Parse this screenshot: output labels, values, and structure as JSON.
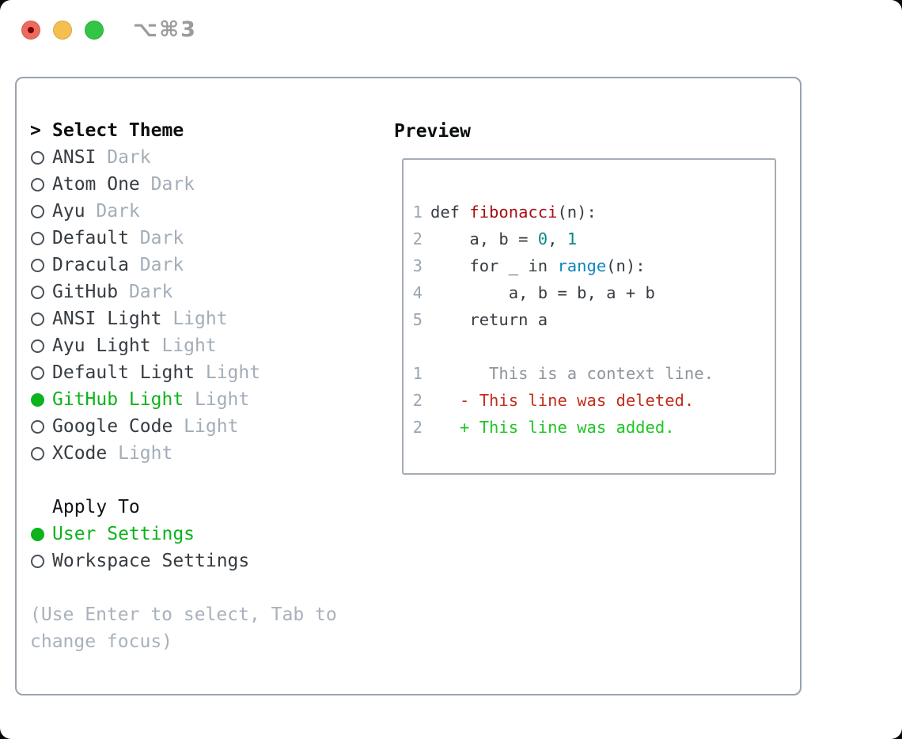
{
  "window": {
    "title": "⌥⌘3",
    "traffic_lights": [
      "close",
      "minimize",
      "zoom"
    ]
  },
  "colors": {
    "accent_green": "#0db31c",
    "text_dark": "#363c42",
    "muted_gray": "#a3adb8",
    "hint_gray": "#a8b1bc",
    "line_number_gray": "#9aa5b2",
    "function_red": "#a80d13",
    "number_teal": "#0b8a7f",
    "builtin_blue": "#0e86bd",
    "context_gray": "#8e959c",
    "deleted_red": "#c22d1c",
    "added_green": "#20c526",
    "border_gray": "#9aa3ad",
    "traffic_red": "#ee6a5f",
    "traffic_yellow": "#f5bf4f",
    "traffic_green": "#32c546"
  },
  "theme_panel": {
    "prompt": ">",
    "header": "Select Theme",
    "items": [
      {
        "name": "ANSI",
        "variant": "Dark",
        "selected": false
      },
      {
        "name": "Atom One",
        "variant": "Dark",
        "selected": false
      },
      {
        "name": "Ayu",
        "variant": "Dark",
        "selected": false
      },
      {
        "name": "Default",
        "variant": "Dark",
        "selected": false
      },
      {
        "name": "Dracula",
        "variant": "Dark",
        "selected": false
      },
      {
        "name": "GitHub",
        "variant": "Dark",
        "selected": false
      },
      {
        "name": "ANSI Light",
        "variant": "Light",
        "selected": false
      },
      {
        "name": "Ayu Light",
        "variant": "Light",
        "selected": false
      },
      {
        "name": "Default Light",
        "variant": "Light",
        "selected": false
      },
      {
        "name": "GitHub Light",
        "variant": "Light",
        "selected": true
      },
      {
        "name": "Google Code",
        "variant": "Light",
        "selected": false
      },
      {
        "name": "XCode",
        "variant": "Light",
        "selected": false
      }
    ],
    "apply_to": {
      "header": "Apply To",
      "options": [
        {
          "label": "User Settings",
          "selected": true
        },
        {
          "label": "Workspace Settings",
          "selected": false
        }
      ]
    },
    "hint_lines": [
      "(Use Enter to select, Tab to",
      "change focus)"
    ]
  },
  "preview": {
    "title": "Preview",
    "code_lines": [
      {
        "num": "1",
        "tokens": [
          {
            "text": "def ",
            "type": "plain"
          },
          {
            "text": "fibonacci",
            "type": "function"
          },
          {
            "text": "(n):",
            "type": "plain"
          }
        ]
      },
      {
        "num": "2",
        "tokens": [
          {
            "text": "    a, b = ",
            "type": "plain"
          },
          {
            "text": "0",
            "type": "number"
          },
          {
            "text": ", ",
            "type": "plain"
          },
          {
            "text": "1",
            "type": "number"
          }
        ]
      },
      {
        "num": "3",
        "tokens": [
          {
            "text": "    for _ in ",
            "type": "plain"
          },
          {
            "text": "range",
            "type": "builtin"
          },
          {
            "text": "(n):",
            "type": "plain"
          }
        ]
      },
      {
        "num": "4",
        "tokens": [
          {
            "text": "        a, b = b, a + b",
            "type": "plain"
          }
        ]
      },
      {
        "num": "5",
        "tokens": [
          {
            "text": "    return a",
            "type": "plain"
          }
        ]
      }
    ],
    "diff_lines": [
      {
        "num": "1",
        "tokens": [
          {
            "text": "      This is a context line.",
            "type": "context"
          }
        ]
      },
      {
        "num": "2",
        "tokens": [
          {
            "text": "   - This line was deleted.",
            "type": "deleted"
          }
        ]
      },
      {
        "num": "2",
        "tokens": [
          {
            "text": "   + This line was added.",
            "type": "added"
          }
        ]
      }
    ]
  }
}
